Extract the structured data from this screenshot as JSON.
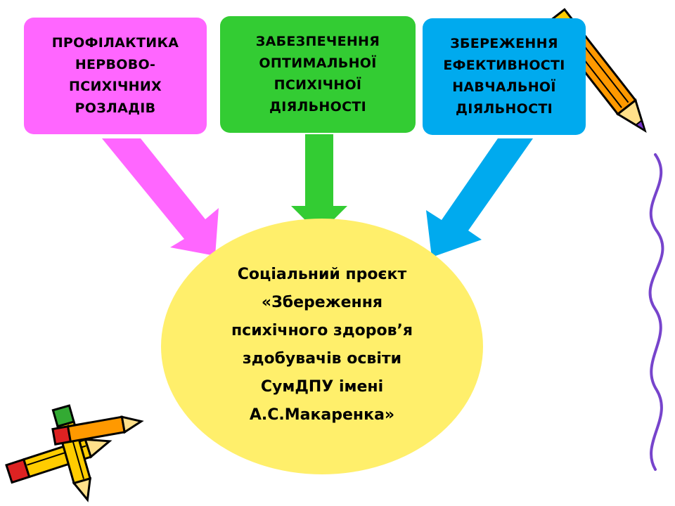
{
  "colors": {
    "magenta": "#ff66ff",
    "green": "#33cc33",
    "blue": "#00aaee",
    "center": "#ffef6b",
    "pencil_yellow": "#ffcc00",
    "pencil_orange": "#ff9900",
    "pencil_red": "#dd2222",
    "pencil_purple": "#7733cc",
    "wave_purple": "#7744cc"
  },
  "boxes": [
    {
      "text": "ПРОФІЛАКТИКА\nНЕРВОВО-\nПСИХІЧНИХ\nРОЗЛАДІВ",
      "color": "magenta"
    },
    {
      "text": "ЗАБЕЗПЕЧЕННЯ\nОПТИМАЛЬНОЇ\nПСИХІЧНОЇ\nДІЯЛЬНОСТІ",
      "color": "green"
    },
    {
      "text": "ЗБЕРЕЖЕННЯ\nЕФЕКТИВНОСТІ\nНАВЧАЛЬНОЇ\nДІЯЛЬНОСТІ",
      "color": "blue"
    }
  ],
  "center": {
    "text": "Соціальний проєкт\n«Збереження\nпсихічного здоров’я\nздобувачів освіти\nСумДПУ імені\nА.С.Макаренка»",
    "color": "center"
  },
  "decor": {
    "top_right": "pencil-icon",
    "bottom_left": "pencils-icon",
    "right_edge": "wavy-line"
  }
}
